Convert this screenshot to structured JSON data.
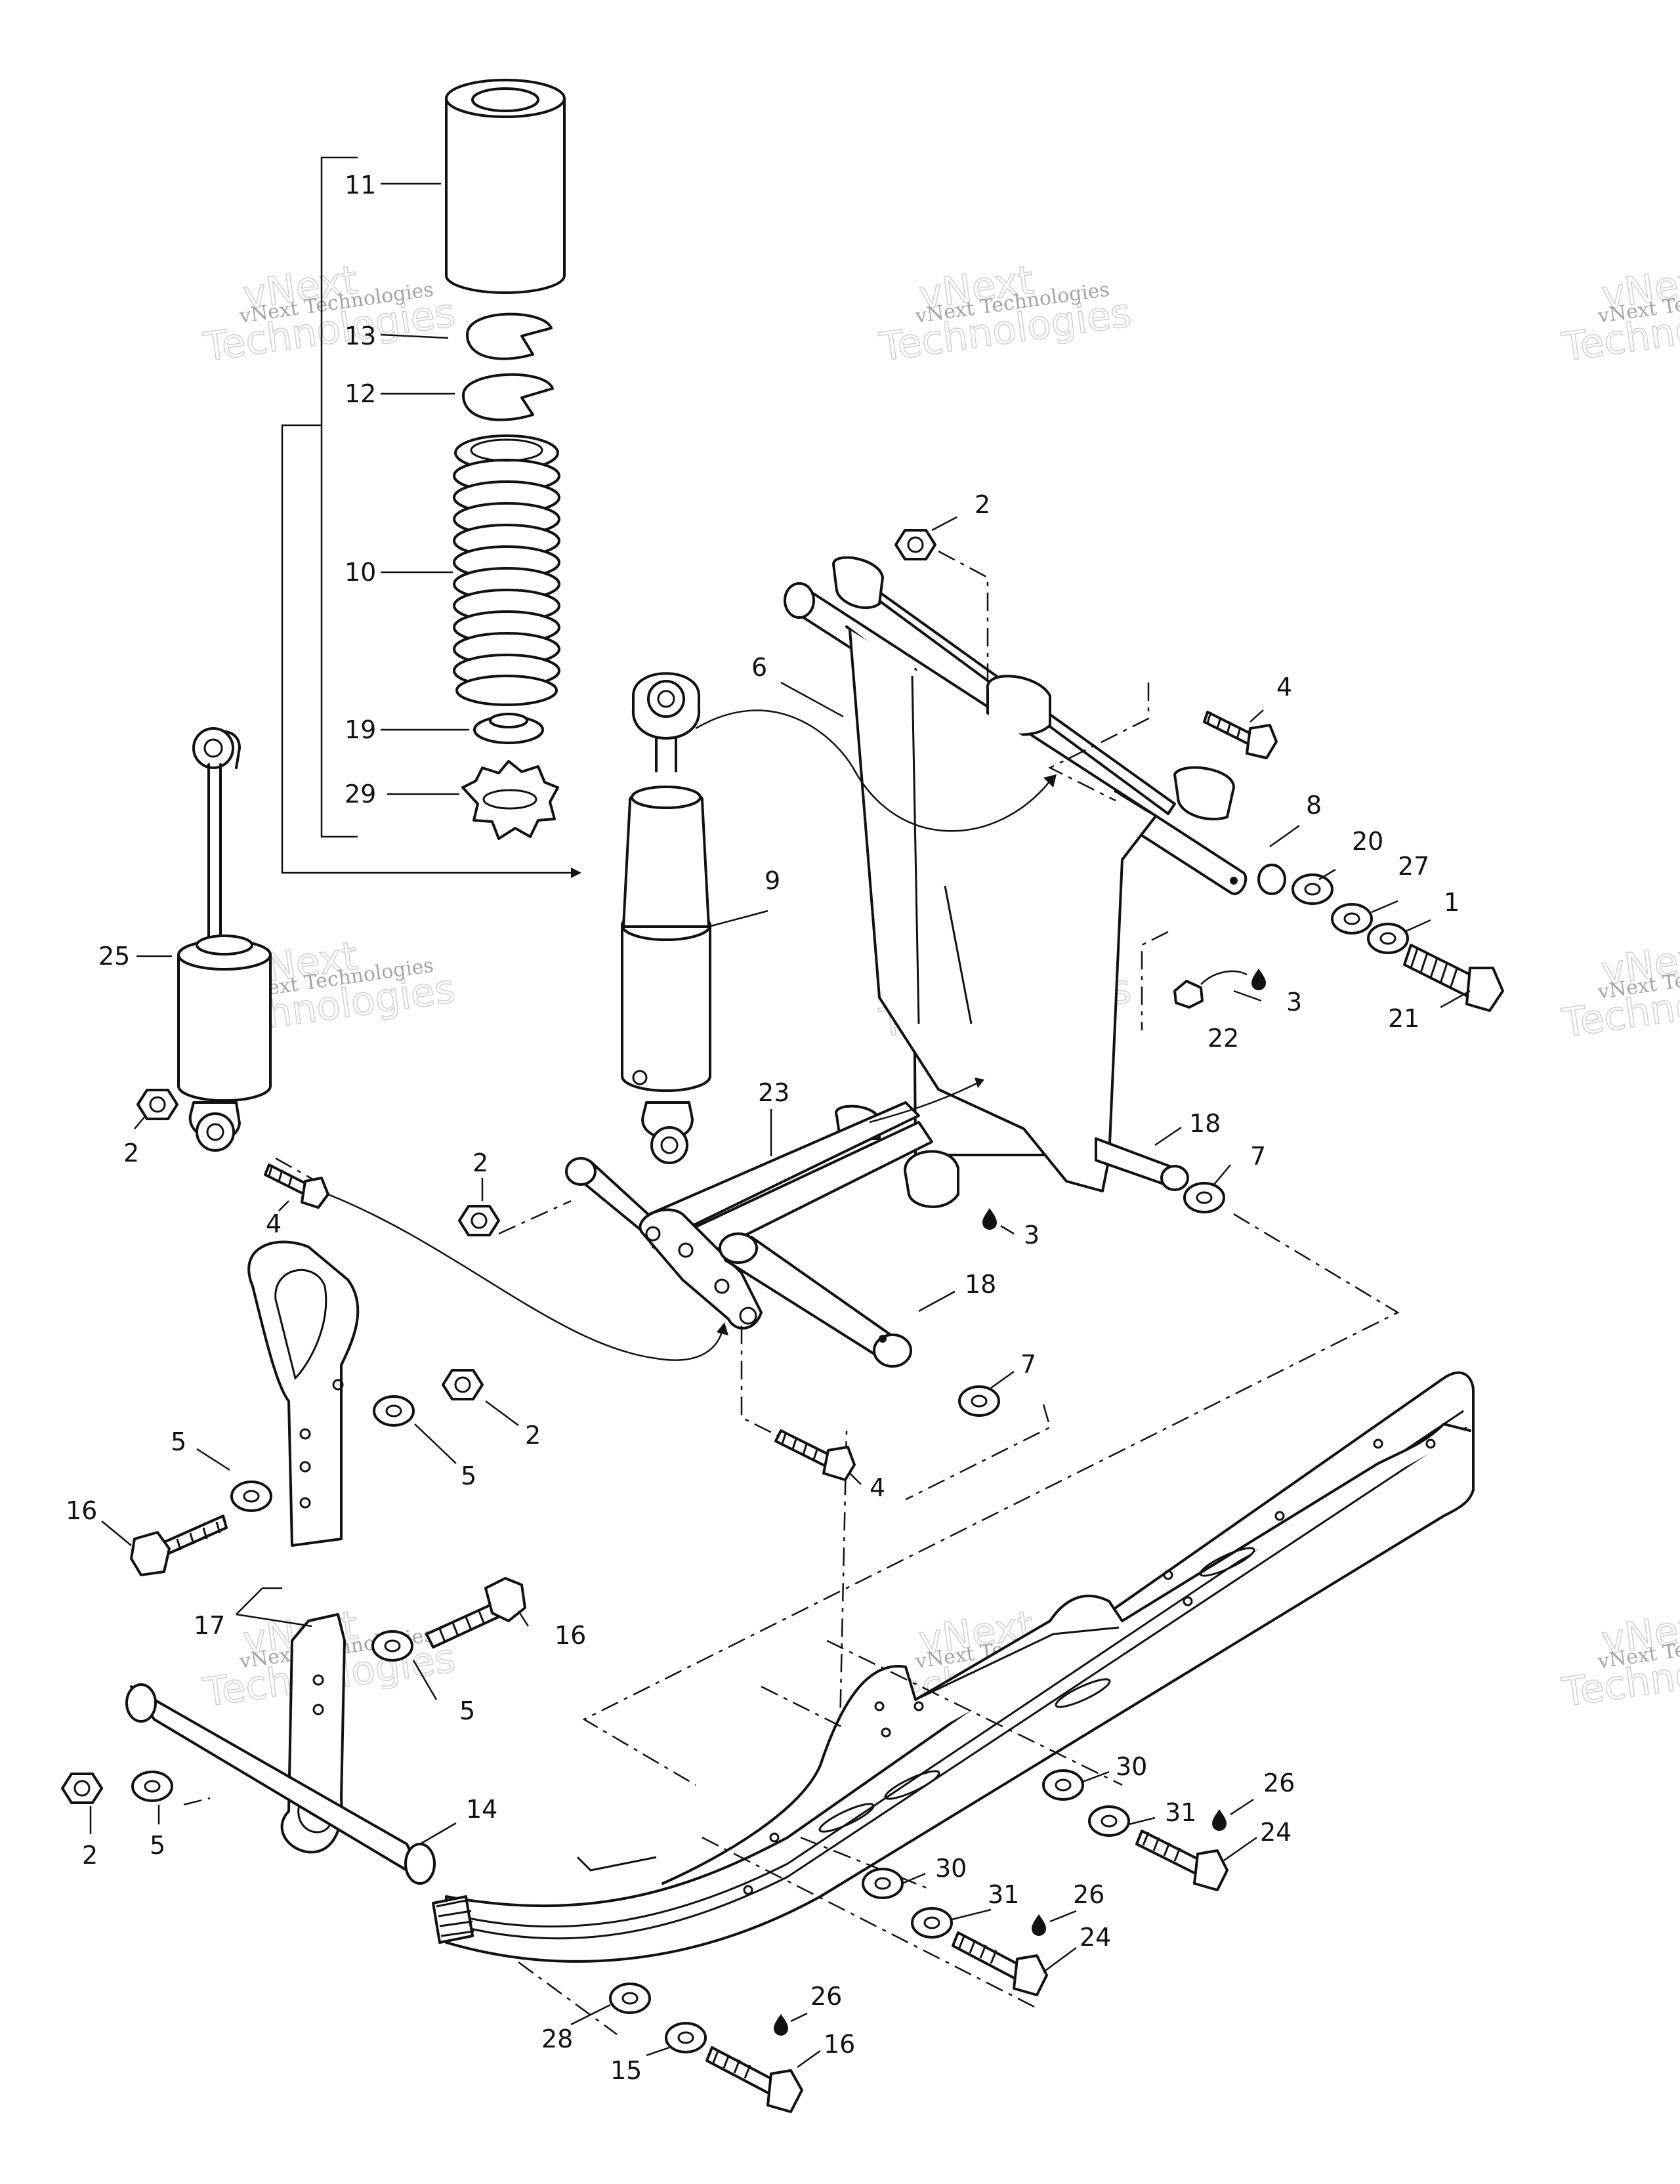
{
  "watermark": {
    "line1": "vNext Technologies",
    "big1": "vNext",
    "big2": "Technologies"
  },
  "callouts": [
    {
      "id": "c11",
      "text": "11"
    },
    {
      "id": "c13",
      "text": "13"
    },
    {
      "id": "c12",
      "text": "12"
    },
    {
      "id": "c10",
      "text": "10"
    },
    {
      "id": "c19",
      "text": "19"
    },
    {
      "id": "c29",
      "text": "29"
    },
    {
      "id": "c2a",
      "text": "2"
    },
    {
      "id": "c6",
      "text": "6"
    },
    {
      "id": "c4a",
      "text": "4"
    },
    {
      "id": "c8",
      "text": "8"
    },
    {
      "id": "c20",
      "text": "20"
    },
    {
      "id": "c27",
      "text": "27"
    },
    {
      "id": "c1",
      "text": "1"
    },
    {
      "id": "c9",
      "text": "9"
    },
    {
      "id": "c25",
      "text": "25"
    },
    {
      "id": "c3a",
      "text": "3"
    },
    {
      "id": "c22",
      "text": "22"
    },
    {
      "id": "c21",
      "text": "21"
    },
    {
      "id": "c2b",
      "text": "2"
    },
    {
      "id": "c4b",
      "text": "4"
    },
    {
      "id": "c23",
      "text": "23"
    },
    {
      "id": "c18a",
      "text": "18"
    },
    {
      "id": "c7a",
      "text": "7"
    },
    {
      "id": "c2c",
      "text": "2"
    },
    {
      "id": "c3b",
      "text": "3"
    },
    {
      "id": "c18b",
      "text": "18"
    },
    {
      "id": "c7b",
      "text": "7"
    },
    {
      "id": "c2d",
      "text": "2"
    },
    {
      "id": "c5a",
      "text": "5"
    },
    {
      "id": "c5b",
      "text": "5"
    },
    {
      "id": "c16a",
      "text": "16"
    },
    {
      "id": "c4c",
      "text": "4"
    },
    {
      "id": "c17",
      "text": "17"
    },
    {
      "id": "c16b",
      "text": "16"
    },
    {
      "id": "c5c",
      "text": "5"
    },
    {
      "id": "c14",
      "text": "14"
    },
    {
      "id": "c2e",
      "text": "2"
    },
    {
      "id": "c5d",
      "text": "5"
    },
    {
      "id": "c30a",
      "text": "30"
    },
    {
      "id": "c31a",
      "text": "31"
    },
    {
      "id": "c26a",
      "text": "26"
    },
    {
      "id": "c24a",
      "text": "24"
    },
    {
      "id": "c30b",
      "text": "30"
    },
    {
      "id": "c31b",
      "text": "31"
    },
    {
      "id": "c26b",
      "text": "26"
    },
    {
      "id": "c24b",
      "text": "24"
    },
    {
      "id": "c28",
      "text": "28"
    },
    {
      "id": "c26c",
      "text": "26"
    },
    {
      "id": "c15",
      "text": "15"
    },
    {
      "id": "c16c",
      "text": "16"
    }
  ]
}
